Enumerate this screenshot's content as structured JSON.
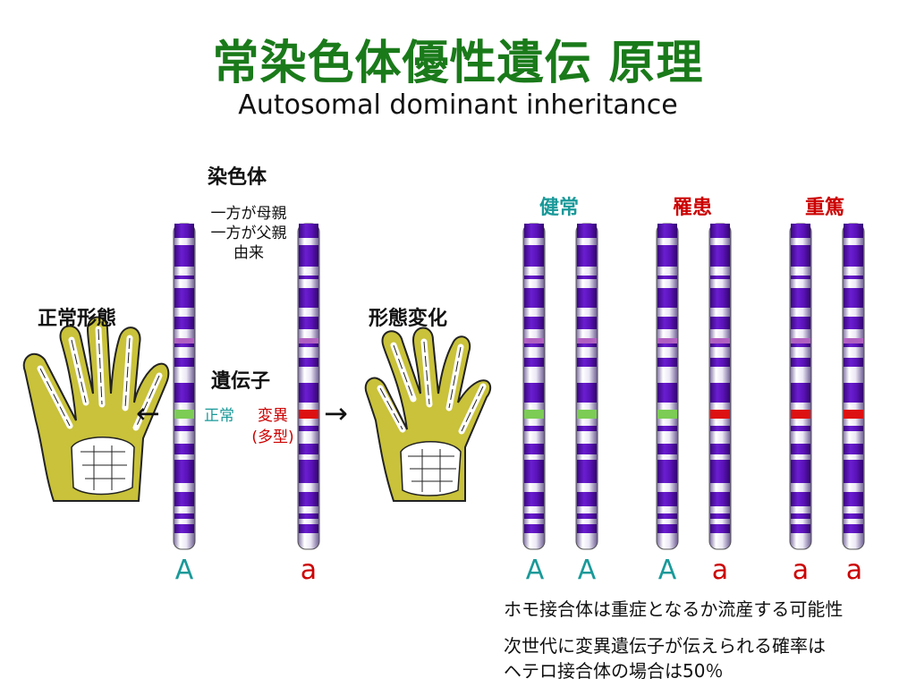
{
  "title": "常染色体優性遺伝 原理",
  "subtitle": "Autosomal dominant inheritance",
  "left_panel": {
    "chromosome_label": "染色体",
    "origin_note": [
      "一方が母親",
      "一方が父親",
      "由来"
    ],
    "normal_form": "正常形態",
    "changed_form": "形態変化",
    "gene_label": "遺伝子",
    "normal_gene": "正常",
    "mutant_gene": "変異",
    "mutant_gene_sub": "(多型)",
    "allele_left": "A",
    "allele_right": "a",
    "arrow_left": "←",
    "arrow_right": "→"
  },
  "right_panel": {
    "groups": [
      {
        "label": "健常",
        "color": "#1a9999",
        "alleles": [
          "A",
          "A"
        ],
        "bands": [
          "normal",
          "normal"
        ]
      },
      {
        "label": "罹患",
        "color": "#cc0000",
        "alleles": [
          "A",
          "a"
        ],
        "bands": [
          "normal",
          "mutant"
        ]
      },
      {
        "label": "重篤",
        "color": "#cc0000",
        "alleles": [
          "a",
          "a"
        ],
        "bands": [
          "mutant",
          "mutant"
        ]
      }
    ],
    "note1": "ホモ接合体は重症となるか流産する可能性",
    "note2_line1": "次世代に変異遺伝子が伝えられる確率は",
    "note2_line2": "ヘテロ接合体の場合は50％"
  },
  "colors": {
    "title_green": "#1a7a1a",
    "teal": "#1a9999",
    "red": "#cc0000",
    "band_purple": "#5a0fb0",
    "normal_band": "#7ccc55",
    "mutant_band": "#dd1111",
    "hand_yellow": "#c9c23a"
  }
}
